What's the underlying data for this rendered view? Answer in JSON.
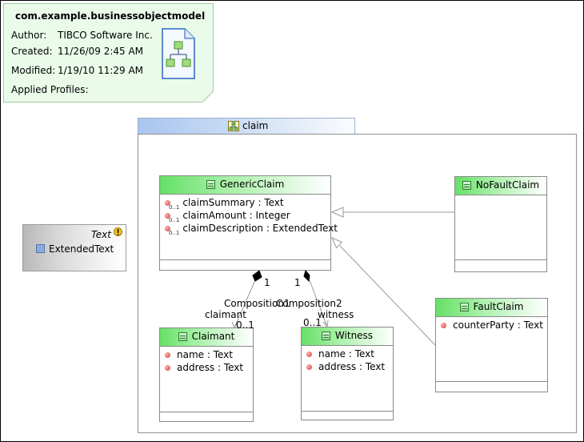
{
  "model_info": {
    "title": "com.example.businessobjectmodel",
    "author_label": "Author:",
    "author": "TIBCO Software Inc.",
    "created_label": "Created:",
    "created": "11/26/09 2:45 AM",
    "modified_label": "Modified:",
    "modified": "1/19/10 11:29 AM",
    "profiles_label": "Applied Profiles:"
  },
  "package": {
    "name": "claim"
  },
  "primitive_type": {
    "title": "Text",
    "item": "ExtendedText"
  },
  "classes": {
    "generic_claim": {
      "name": "GenericClaim",
      "attributes": [
        "claimSummary : Text",
        "claimAmount : Integer",
        "claimDescription : ExtendedText"
      ],
      "multiplicity_marker": "0..1"
    },
    "no_fault_claim": {
      "name": "NoFaultClaim",
      "attributes": []
    },
    "fault_claim": {
      "name": "FaultClaim",
      "attributes": [
        "counterParty : Text"
      ]
    },
    "claimant": {
      "name": "Claimant",
      "attributes": [
        "name : Text",
        "address : Text"
      ]
    },
    "witness": {
      "name": "Witness",
      "attributes": [
        "name : Text",
        "address : Text"
      ]
    }
  },
  "associations": {
    "composition1": {
      "name": "Composition1",
      "source_mult": "1",
      "role": "claimant",
      "target_mult": "0..1"
    },
    "composition2": {
      "name": "Composition2",
      "source_mult": "1",
      "role": "witness",
      "target_mult": "0..1"
    }
  },
  "colors": {
    "class_header": "#66e066",
    "package_tab": "#a9c6ef",
    "note_background": "#eafbea",
    "edge": "#9a9a9a"
  }
}
